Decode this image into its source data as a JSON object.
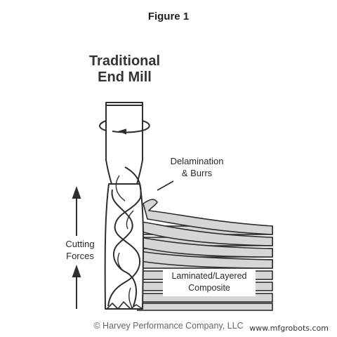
{
  "figure_title": "Figure 1",
  "heading": {
    "line1": "Traditional",
    "line2": "End Mill"
  },
  "callouts": {
    "delamination_line1": "Delamination",
    "delamination_line2": "& Burrs",
    "cutting_line1": "Cutting",
    "cutting_line2": "Forces",
    "composite_line1": "Laminated/Layered",
    "composite_line2": "Composite"
  },
  "credit": "© Harvey Performance Company, LLC",
  "watermark": "www.mfgrobots.com",
  "colors": {
    "line": "#2e2e2e",
    "layer_fill": "#d6d6d6",
    "layer_gap": "#ffffff",
    "tool_fill": "#ffffff"
  }
}
